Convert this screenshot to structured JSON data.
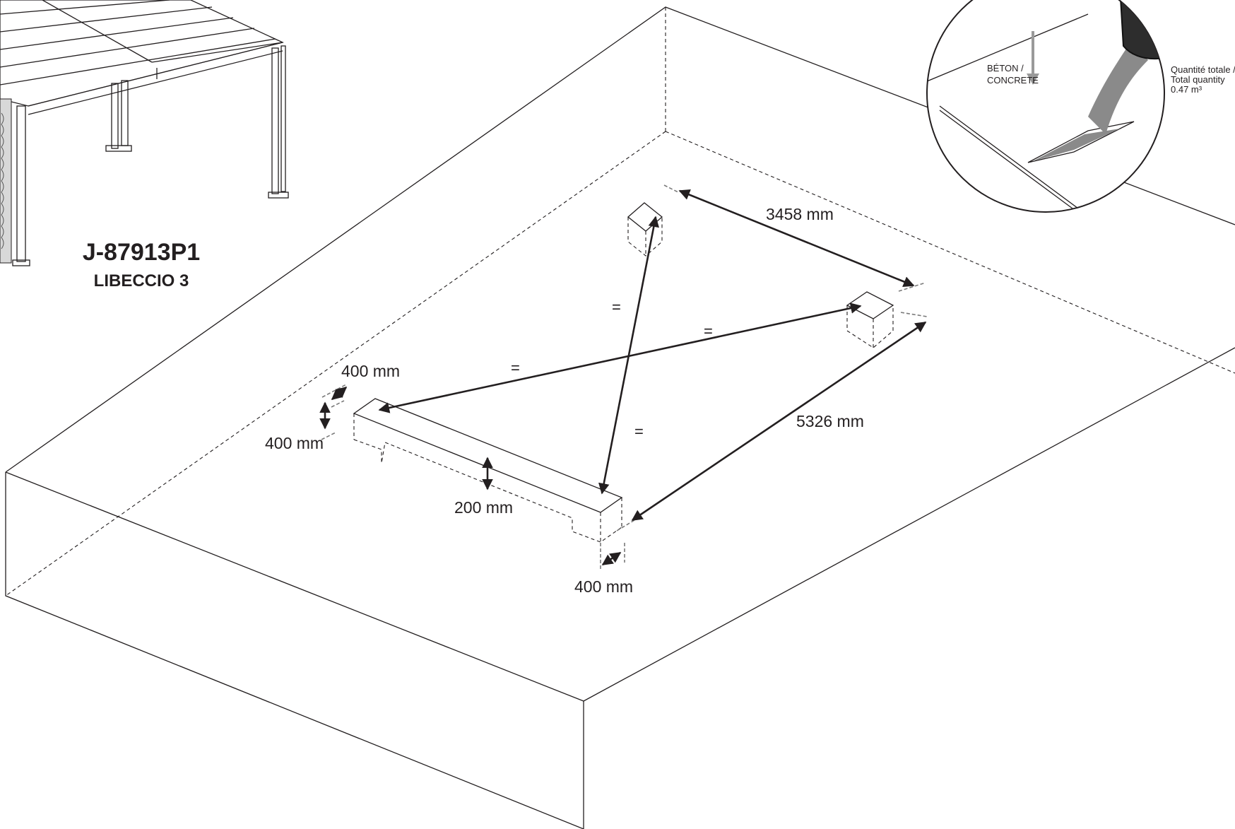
{
  "product": {
    "reference": "J-87913P1",
    "name": "LIBECCIO 3"
  },
  "dimensions": {
    "length_label": "3458 mm",
    "width_label": "5326 mm",
    "footing_width_label": "400 mm",
    "footing_depth_label": "400 mm",
    "slab_thickness_label": "200 mm",
    "footing_width_label_2": "400 mm",
    "equal_marks": [
      "=",
      "=",
      "=",
      "="
    ]
  },
  "concrete_inset": {
    "material_label_line1": "BÉTON /",
    "material_label_line2": "CONCRETE",
    "quantity_line1": "Quantité totale /",
    "quantity_line2": "Total quantity",
    "quantity_value": "0.47 m³"
  },
  "colors": {
    "line": "#231f20",
    "concrete_fill": "#8a8a8a",
    "arrow_grey": "#9a9a9a"
  }
}
